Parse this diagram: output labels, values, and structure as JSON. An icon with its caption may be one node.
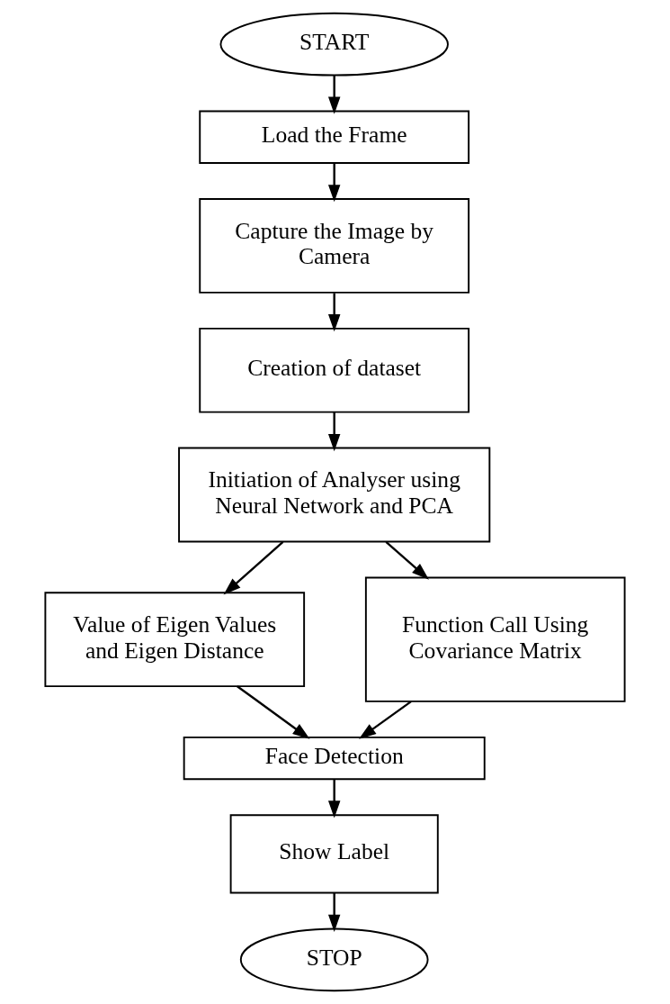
{
  "diagram": {
    "nodes": [
      {
        "text": [
          "START"
        ]
      },
      {
        "text": [
          "Load the Frame"
        ]
      },
      {
        "text": [
          "Capture the Image by Camera"
        ]
      },
      {
        "text": [
          "Creation of dataset"
        ]
      },
      {
        "text": [
          "Initiation of Analyser using Neural Network and PCA"
        ]
      },
      {
        "text": [
          "Value of Eigen Values and Eigen Distance"
        ]
      },
      {
        "text": [
          "Function Call Using Covariance Matrix"
        ]
      },
      {
        "text": [
          "Face Detection"
        ]
      },
      {
        "text": [
          "Show Label"
        ]
      },
      {
        "text": [
          "STOP"
        ]
      }
    ],
    "edges": [
      {
        "from": 0,
        "to": 1,
        "arrow": "to"
      },
      {
        "from": 1,
        "to": 2,
        "arrow": "to"
      },
      {
        "from": 2,
        "to": 3,
        "arrow": "to"
      },
      {
        "from": 3,
        "to": 4,
        "arrow": "to"
      },
      {
        "from": 4,
        "to": 5,
        "arrow": "to"
      },
      {
        "from": 4,
        "to": 6,
        "arrow": "to"
      },
      {
        "from": 5,
        "to": 7,
        "arrow": "to"
      },
      {
        "from": 6,
        "to": 7,
        "arrow": "to"
      },
      {
        "from": 7,
        "to": 8,
        "arrow": "to"
      },
      {
        "from": 8,
        "to": 9,
        "arrow": "to"
      }
    ]
  }
}
